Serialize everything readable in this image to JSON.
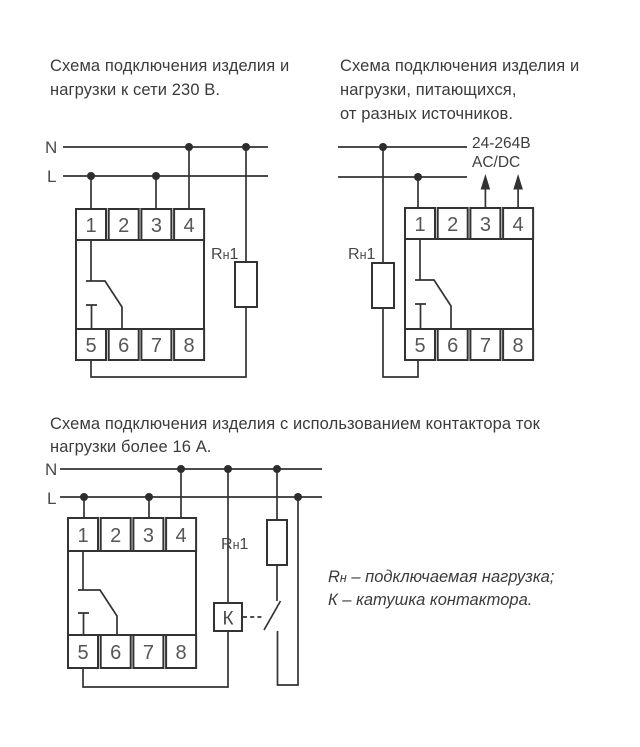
{
  "colors": {
    "background": "#ffffff",
    "line": "#333333",
    "text": "#3b3b3b",
    "terminal_digit": "#565656"
  },
  "diagrams": {
    "d1": {
      "title_lines": [
        "Схема подключения изделия и",
        "нагрузки к сети 230 В."
      ],
      "neutral_label": "N",
      "line_label": "L",
      "terminals_top": [
        "1",
        "2",
        "3",
        "4"
      ],
      "terminals_bottom": [
        "5",
        "6",
        "7",
        "8"
      ],
      "load_label": {
        "r": "R",
        "sub": "н",
        "num": "1"
      }
    },
    "d2": {
      "title_lines": [
        "Схема подключения изделия и",
        "нагрузки, питающихся,",
        "от разных источников."
      ],
      "supply_label_line1": "24-264В",
      "supply_label_line2": "AC/DC",
      "terminals_top": [
        "1",
        "2",
        "3",
        "4"
      ],
      "terminals_bottom": [
        "5",
        "6",
        "7",
        "8"
      ],
      "load_label": {
        "r": "R",
        "sub": "н",
        "num": "1"
      }
    },
    "d3": {
      "title_lines": [
        "Схема подключения изделия с использованием контактора ток",
        "нагрузки более 16 А."
      ],
      "neutral_label": "N",
      "line_label": "L",
      "terminals_top": [
        "1",
        "2",
        "3",
        "4"
      ],
      "terminals_bottom": [
        "5",
        "6",
        "7",
        "8"
      ],
      "load_label": {
        "r": "R",
        "sub": "н",
        "num": "1"
      },
      "contactor_label": "К",
      "legend": {
        "r": "R",
        "r_sub": "н",
        "line1_rest": " – подключаемая нагрузка;",
        "line2": "К – катушка контактора."
      }
    }
  }
}
